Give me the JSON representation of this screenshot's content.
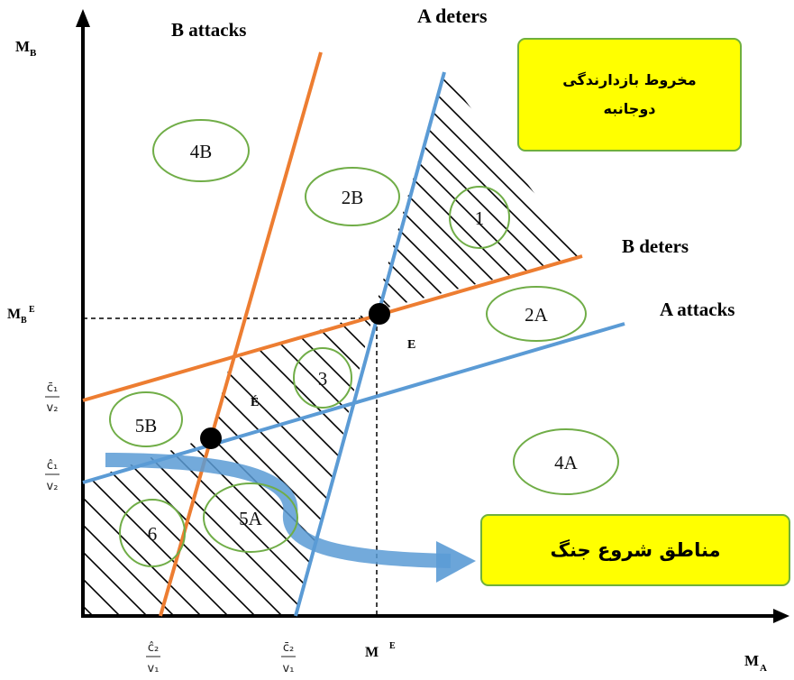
{
  "colors": {
    "orange_line": "#ed7d31",
    "blue_line": "#5b9bd5",
    "zone_circle": "#70ad47",
    "callout_fill": "#ffff00"
  },
  "axes": {
    "y_label": "M",
    "y_label_sub": "B",
    "x_label": "M",
    "x_label_sub": "A",
    "mbe_label": "M",
    "mbe_sub": "B",
    "mbe_sup": "E",
    "me_label": "M",
    "me_sup": "E"
  },
  "line_labels": {
    "b_attacks": "B attacks",
    "a_deters": "A deters",
    "b_deters": "B deters",
    "a_attacks": "A attacks"
  },
  "points": {
    "e": "E",
    "e_prime": "É"
  },
  "ticks": {
    "y_c1_bar_num": "c̄₁",
    "y_c1_bar_den": "v₂",
    "y_c1_hat_num": "ĉ₁",
    "y_c1_hat_den": "v₂",
    "x_c2_hat_num": "ĉ₂",
    "x_c2_hat_den": "v₁",
    "x_c2_bar_num": "c̄₂",
    "x_c2_bar_den": "v₁"
  },
  "zones": {
    "z1": "1",
    "z2a": "2A",
    "z2b": "2B",
    "z3": "3",
    "z4a": "4A",
    "z4b": "4B",
    "z5a": "5A",
    "z5b": "5B",
    "z6": "6"
  },
  "callouts": {
    "mutual_deterrence_cone": "مخروط بازدارندگی دوجانبه",
    "war_start_zones": "مناطق شروع جنگ"
  }
}
